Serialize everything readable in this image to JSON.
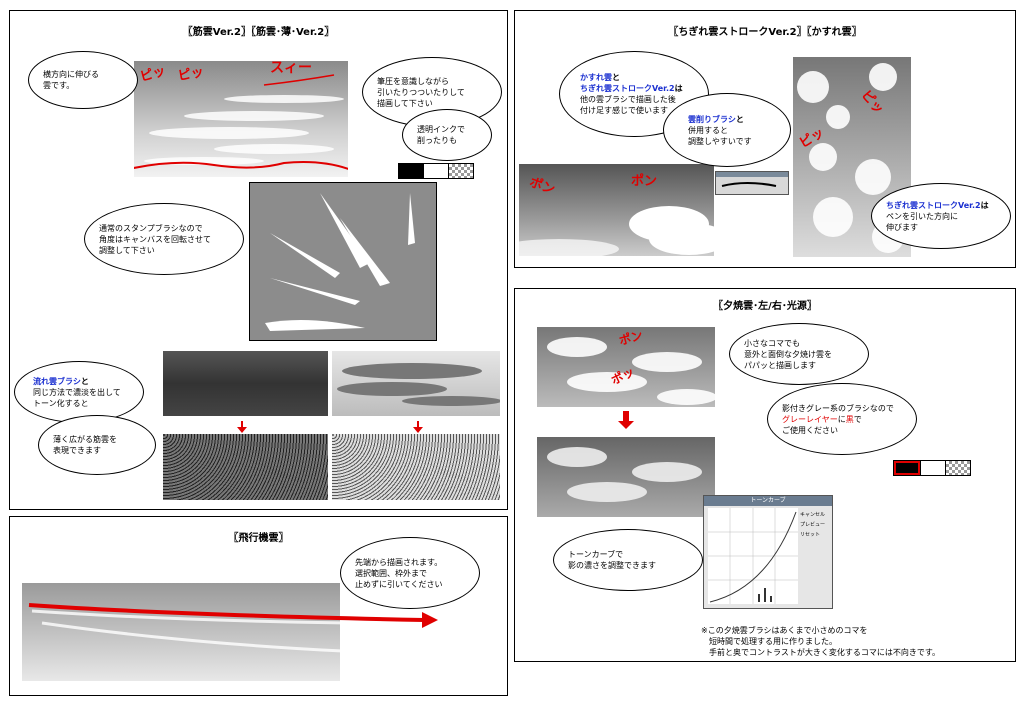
{
  "panels": {
    "streak": {
      "title": "〖筋雲Ver.2〗〖筋雲･薄･Ver.2〗",
      "bubble_horizontal": [
        "横方向に伸びる",
        "雲です。"
      ],
      "bubble_pressure": [
        "筆圧を意識しながら",
        "引いたりつついたりして",
        "描画して下さい"
      ],
      "bubble_transparent": [
        "透明インクで",
        "削ったりも"
      ],
      "bubble_rotate": [
        "通常のスタンプブラシなので",
        "角度はキャンバスを回転させて",
        "調整して下さい"
      ],
      "bubble_flow_head": "流れ雲ブラシ",
      "bubble_flow_tail": "と",
      "bubble_flow_rest": [
        "同じ方法で濃淡を出して",
        "トーン化すると"
      ],
      "bubble_thin": [
        "薄く広がる筋雲を",
        "表現できます"
      ],
      "sfx_pippi": "ピッ",
      "sfx_pippu": "ピッ",
      "sfx_suii": "スィー"
    },
    "torn": {
      "title": "〖ちぎれ雲ストロークVer.2〗〖かすれ雲〗",
      "bubble_a_l1_blue": "かすれ雲",
      "bubble_a_l1_tail": "と",
      "bubble_a_l2_blue": "ちぎれ雲ストロークVer.2",
      "bubble_a_l2_tail": "は",
      "bubble_a_rest": [
        "他の雲ブラシで描画した後",
        "付け足す感じで使います"
      ],
      "bubble_b_blue": "雲削りブラシ",
      "bubble_b_tail": "と",
      "bubble_b_rest": [
        "併用すると",
        "調整しやすいです"
      ],
      "bubble_c_blue": "ちぎれ雲ストロークVer.2",
      "bubble_c_tail": "は",
      "bubble_c_rest": [
        "ペンを引いた方向に",
        "伸びます"
      ],
      "sfx_pon1": "ポン",
      "sfx_pon2": "ポン",
      "sfx_pi": "ピッ",
      "sfx_pi2": "ピッ"
    },
    "sunset": {
      "title": "〖夕焼雲･左/右･光源〗",
      "bubble_small": [
        "小さなコマでも",
        "意外と面倒な夕焼け雲を",
        "パパッと描画します"
      ],
      "bubble_shade_l1": "影付きグレー系のブラシなので",
      "bubble_shade_l2_red": "グレーレイヤー",
      "bubble_shade_l2_mid": "に",
      "bubble_shade_l2_black": "黒",
      "bubble_shade_l2_tail": "で",
      "bubble_shade_l3": "ご使用ください",
      "bubble_curve": [
        "トーンカーブで",
        "影の濃さを調整できます"
      ],
      "dialog_title": "トーンカーブ",
      "dialog_opts": [
        "キャンセル",
        "プレビュー",
        "リセット"
      ],
      "note": [
        "※この夕焼雲ブラシはあくまで小さめのコマを",
        "　短時間で処理する用に作りました。",
        "　手前と奥でコントラストが大きく変化するコマには不向きです。"
      ],
      "sfx_pon": "ポン",
      "sfx_pa": "ポッ"
    },
    "plane": {
      "title": "〖飛行機雲〗",
      "bubble": [
        "先端から描画されます。",
        "選択範囲、枠外まで",
        "止めずに引いてください"
      ]
    }
  },
  "colors": {
    "accent_red": "#e00000",
    "accent_blue": "#1a2fd0"
  }
}
